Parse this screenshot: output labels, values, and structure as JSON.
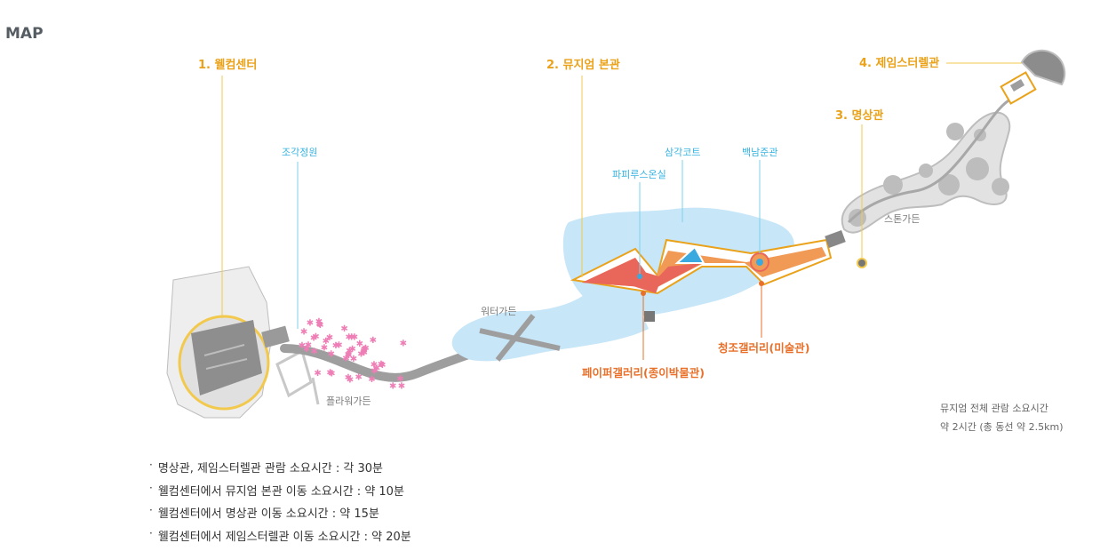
{
  "title": "MAP",
  "labels": {
    "welcome_center": "1. 웰컴센터",
    "museum_main": "2. 뮤지엄 본관",
    "meditation_hall": "3. 명상관",
    "james_turrell": "4. 제임스터렐관",
    "sculpture_garden": "조각정원",
    "papyrus_room": "파피루스온실",
    "triangle_court": "삼각코트",
    "nam_june_paik": "백남준관",
    "water_garden": "워터가든",
    "flower_garden": "플라워가든",
    "stone_garden": "스톤가든",
    "paper_gallery": "페이퍼갤러리(종이박물관)",
    "cheongjo_gallery": "청조갤러리(미술관)"
  },
  "summary": {
    "line1": "뮤지엄 전체 관람 소요시간",
    "line2": "약 2시간 (총 동선 약 2.5km)"
  },
  "notes": [
    "명상관, 제임스터렐관 관람 소요시간 : 각 30분",
    "웰컴센터에서 뮤지엄 본관 이동 소요시간 : 약 10분",
    "웰컴센터에서 명상관 이동 소요시간 : 약 15분",
    "웰컴센터에서 제임스터렐관 이동 소요시간 : 약 20분"
  ],
  "colors": {
    "leader_yellow": "#f2c94c",
    "leader_blue": "#7fd0ee",
    "water": "#c7e6f8",
    "building_red": "#e9675a",
    "building_orange": "#f19a55",
    "path_gray": "#9e9e9e",
    "flowers": "#ee7fb6"
  }
}
